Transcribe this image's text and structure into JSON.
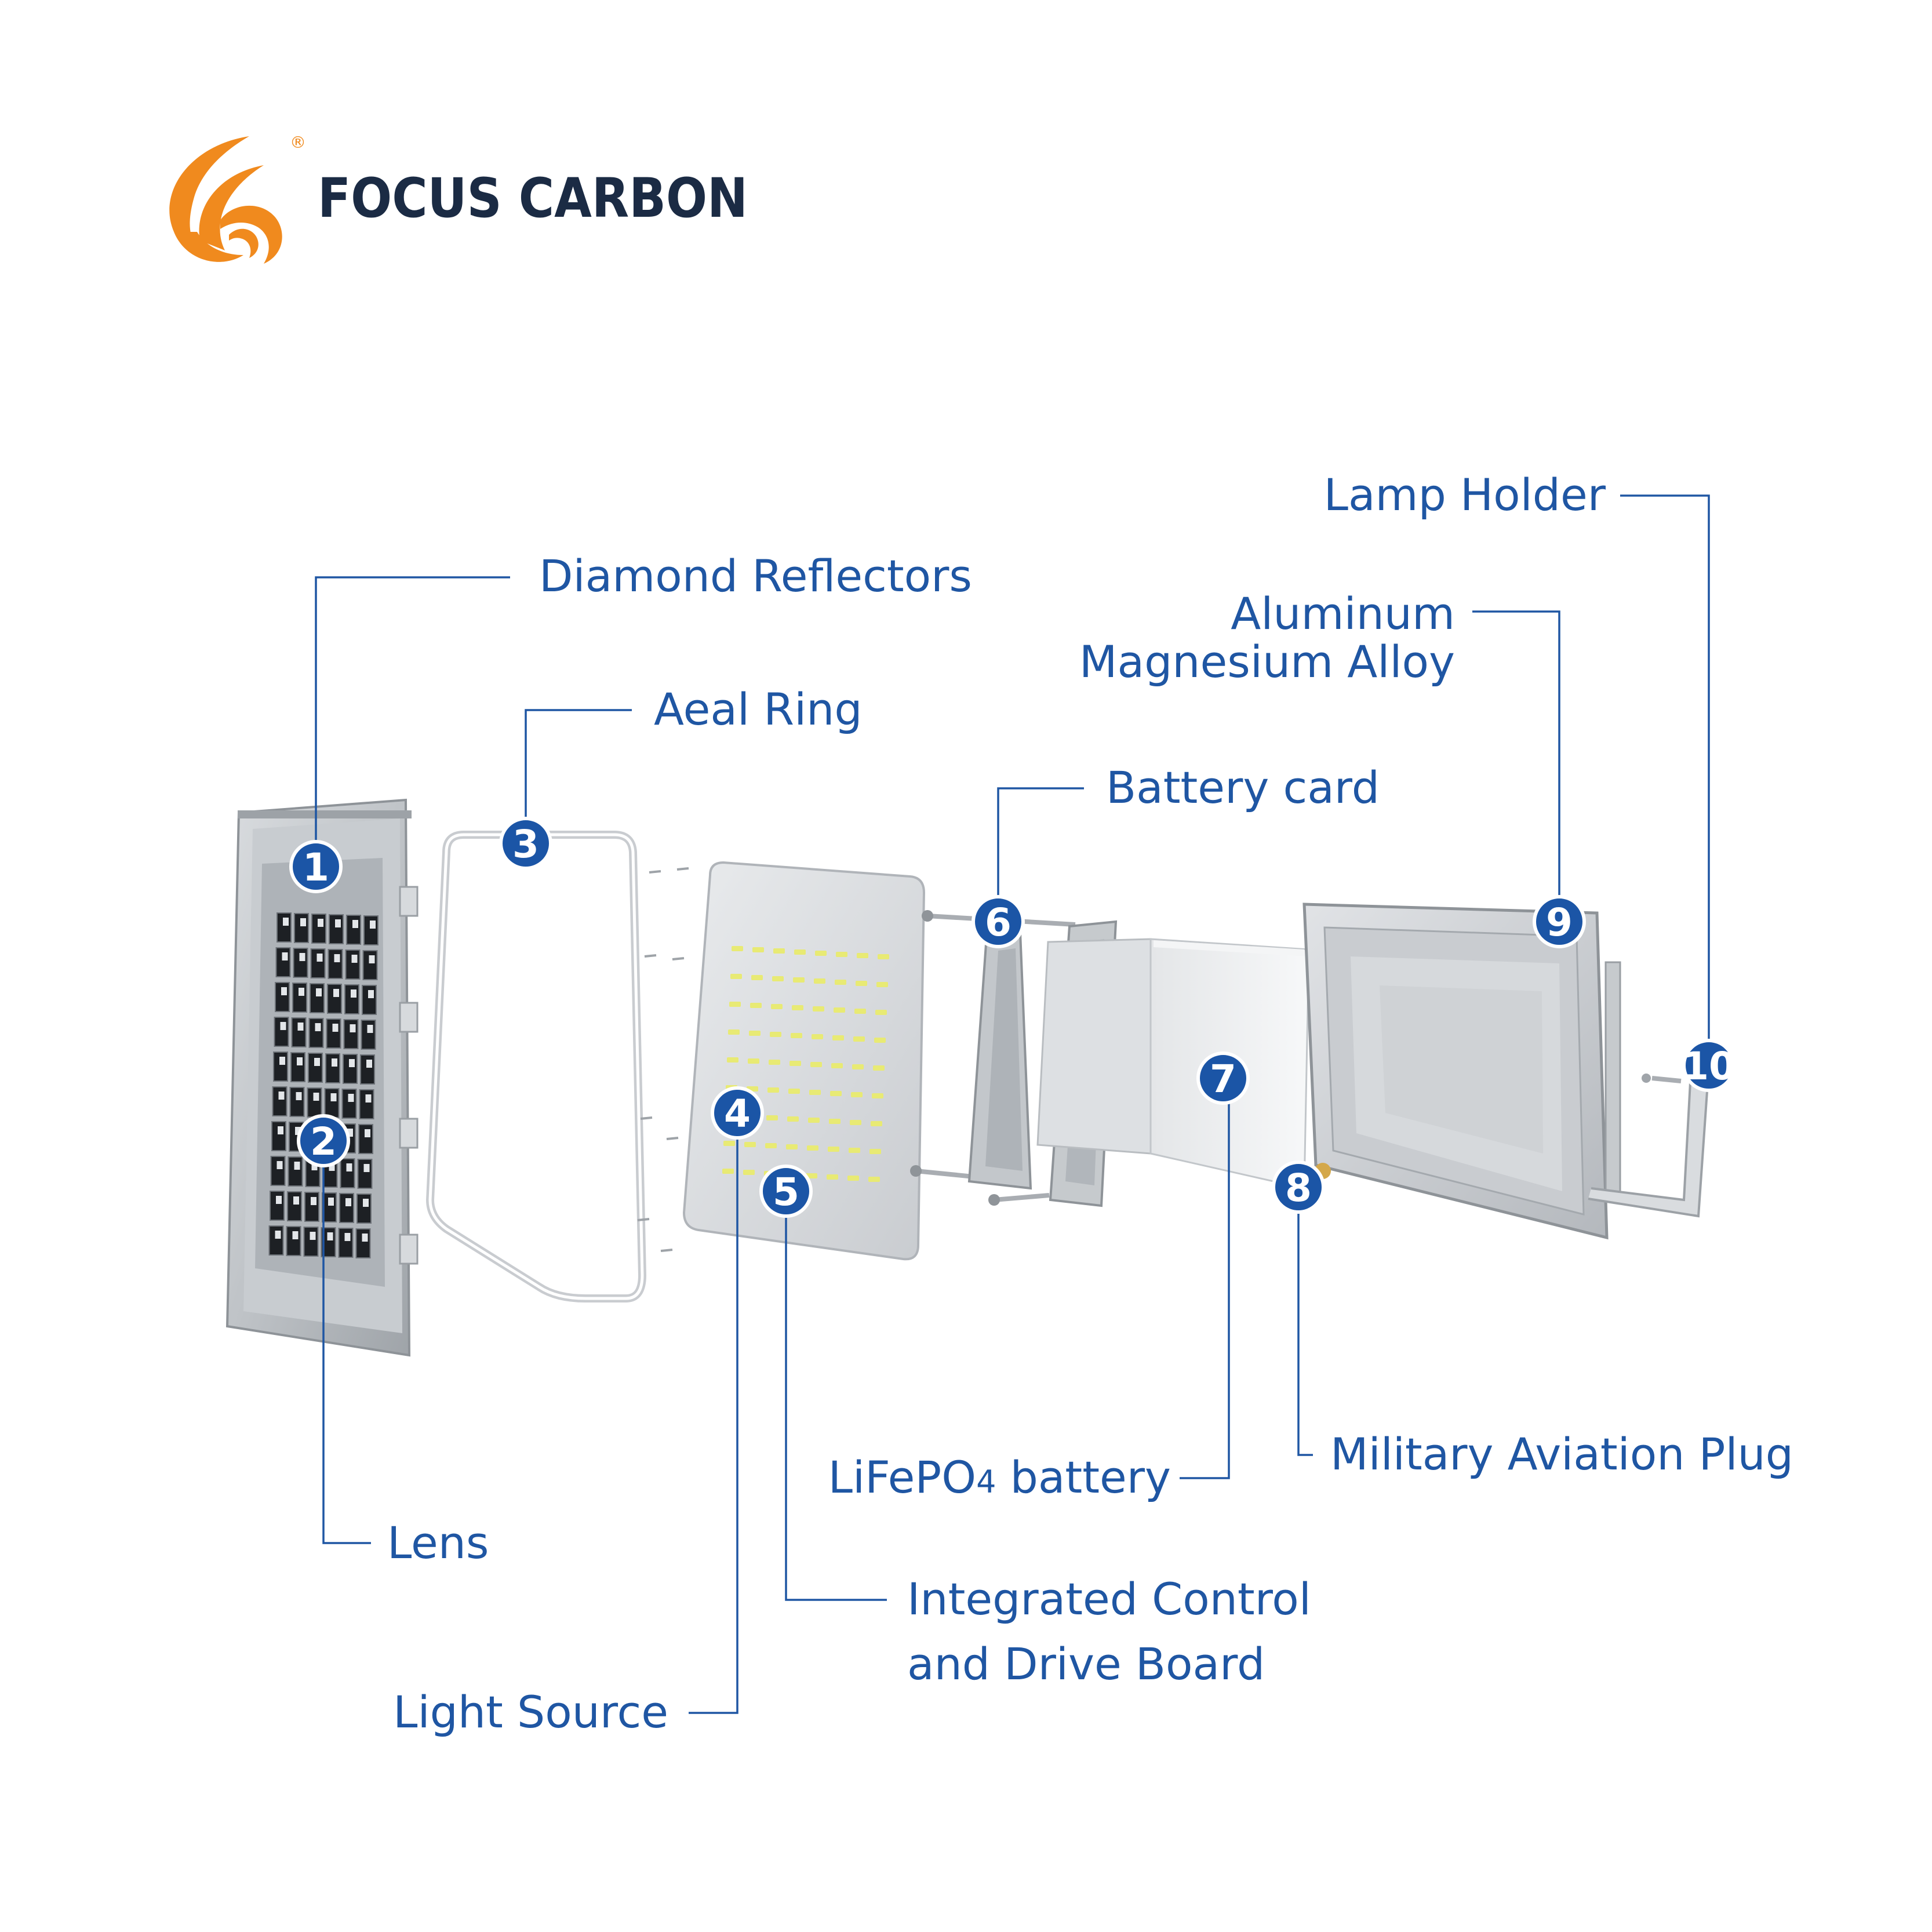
{
  "brand": {
    "name": "FOCUS CARBON",
    "registered": "®",
    "logo_icon": "swirl-flame-icon",
    "colors": {
      "orange": "#f08a1e",
      "navy": "#1b2b44"
    }
  },
  "colors": {
    "label_blue": "#1f56a3",
    "badge_blue": "#1b55a6"
  },
  "components": [
    {
      "number": "1",
      "label": "Diamond Reflectors"
    },
    {
      "number": "2",
      "label": "Lens"
    },
    {
      "number": "3",
      "label": "Aeal Ring"
    },
    {
      "number": "4",
      "label": "Light Source"
    },
    {
      "number": "5",
      "label_line1": "Integrated Control",
      "label_line2": "and Drive Board"
    },
    {
      "number": "6",
      "label": "Battery card"
    },
    {
      "number": "7",
      "label_main": "LiFePO",
      "label_sub": "4",
      "label_tail": " battery"
    },
    {
      "number": "8",
      "label": "Military Aviation Plug"
    },
    {
      "number": "9",
      "label_line1": "Aluminum",
      "label_line2": "Magnesium Alloy"
    },
    {
      "number": "10",
      "label": "Lamp Holder"
    }
  ]
}
